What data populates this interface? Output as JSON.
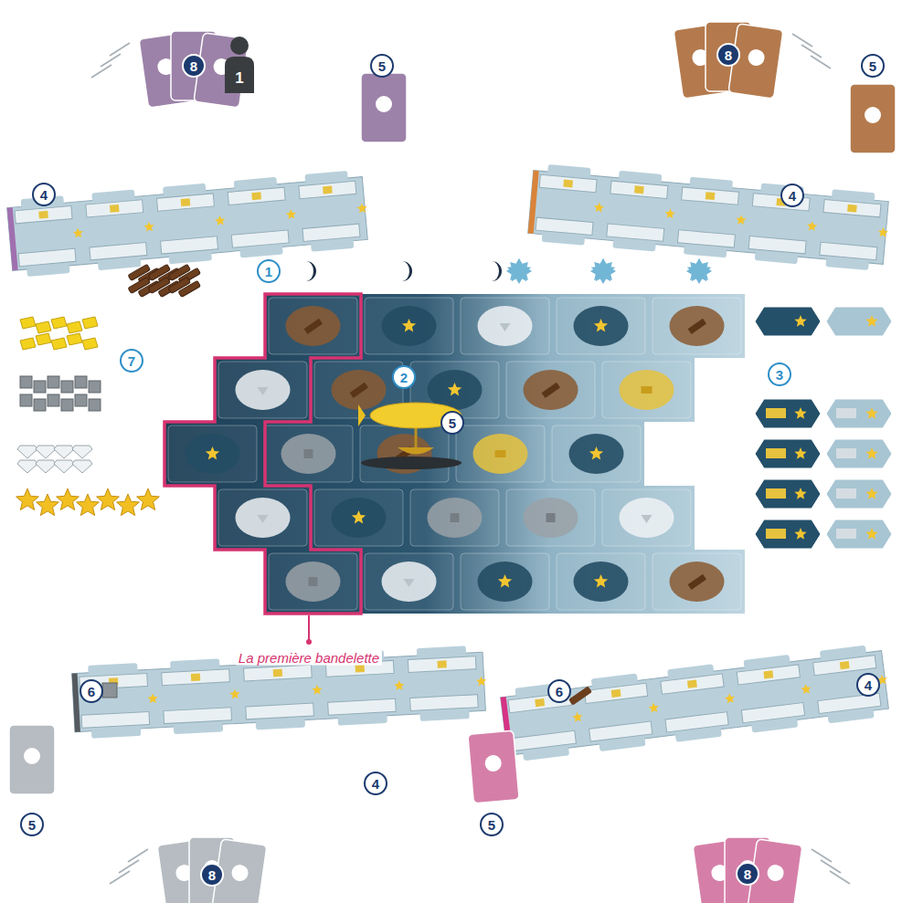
{
  "diagram": {
    "labels": [
      "8",
      "1",
      "5",
      "4",
      "8",
      "5",
      "4",
      "1",
      "2",
      "5",
      "3",
      "7",
      "La première bandelette",
      "6",
      "5",
      "4",
      "8",
      "6",
      "4",
      "5",
      "8"
    ]
  }
}
